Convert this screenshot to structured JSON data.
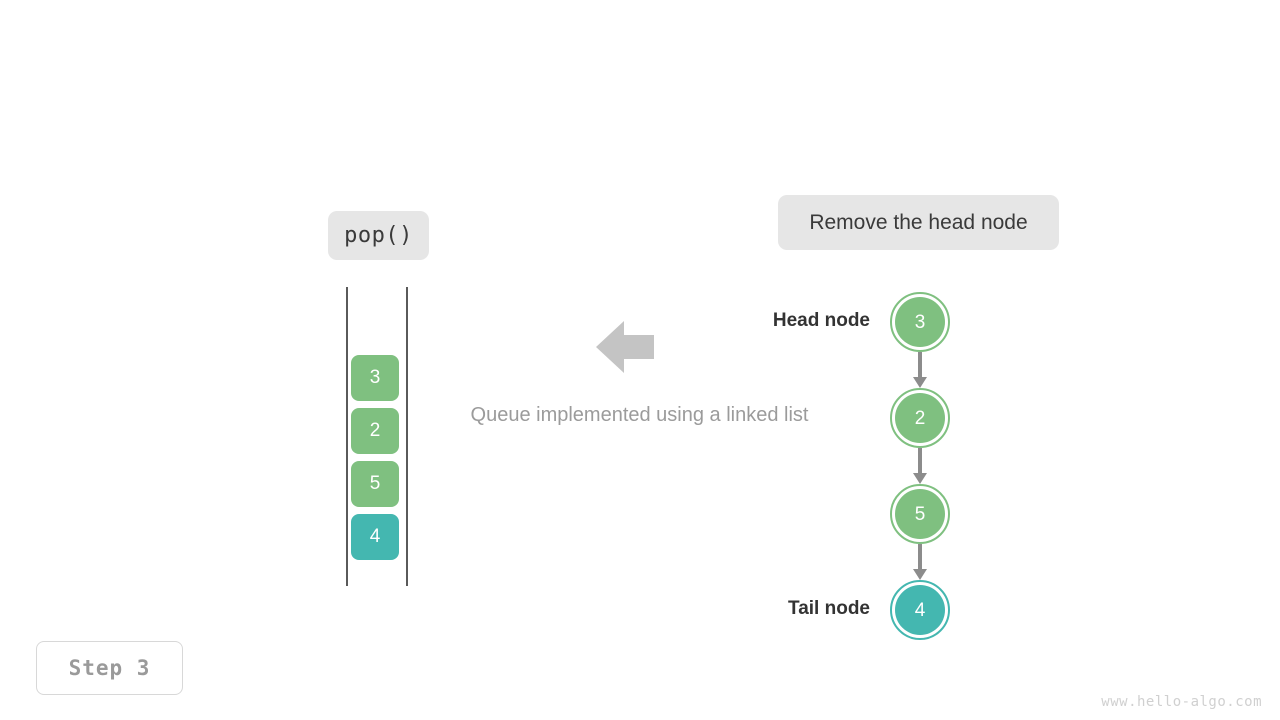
{
  "diagram": {
    "title_badge": "pop()",
    "operation_description": "Remove the head node",
    "caption": "Queue implemented using a linked list",
    "step_label": "Step 3",
    "watermark": "www.hello-algo.com",
    "colors": {
      "green": "#7fc080",
      "teal": "#44b7b0",
      "badge_bg": "#e6e6e6",
      "arrow_gray": "#8c8c8c",
      "rail_gray": "#5a5a5a",
      "caption_gray": "#9b9b9b"
    },
    "queue": {
      "cells": [
        {
          "value": "3",
          "color": "green"
        },
        {
          "value": "2",
          "color": "green"
        },
        {
          "value": "5",
          "color": "green"
        },
        {
          "value": "4",
          "color": "teal"
        }
      ]
    },
    "linked_list": {
      "head_label": "Head node",
      "tail_label": "Tail node",
      "nodes": [
        {
          "value": "3",
          "color": "green"
        },
        {
          "value": "2",
          "color": "green"
        },
        {
          "value": "5",
          "color": "green"
        },
        {
          "value": "4",
          "color": "teal"
        }
      ]
    },
    "flow_arrow_direction": "left"
  }
}
